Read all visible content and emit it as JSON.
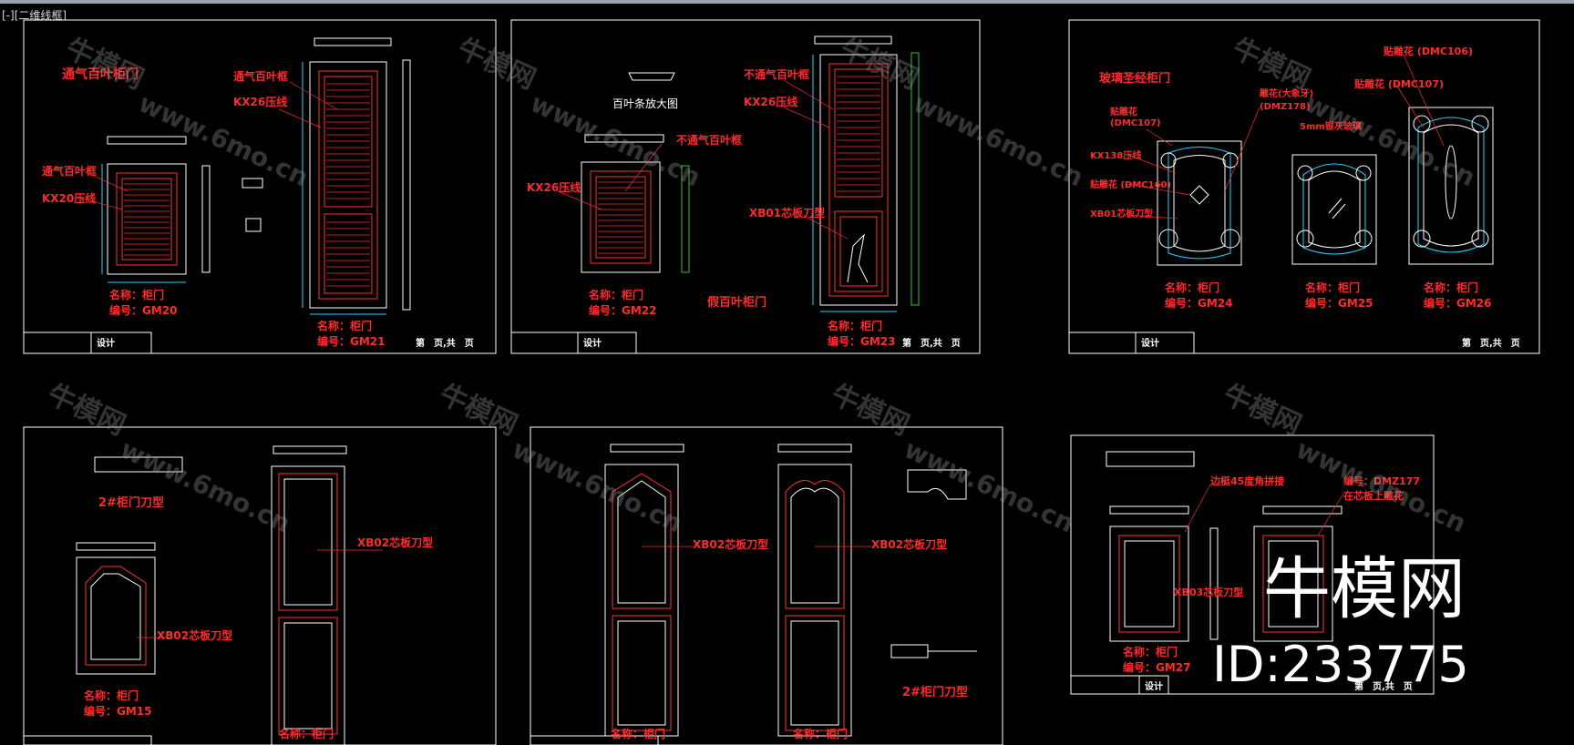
{
  "viewport": {
    "label": "[-][二维线框]"
  },
  "labels": {
    "s1": {
      "title": "通气百叶柜门",
      "louver_frame": "通气百叶框",
      "kx20": "KX20压线",
      "louver_frame_tall": "通气百叶框",
      "kx26": "KX26压线",
      "name_gm20": "名称：柜门",
      "code_gm20": "编号：GM20",
      "name_gm21": "名称：柜门",
      "code_gm21": "编号：GM21"
    },
    "s2": {
      "louver_zoom": "百叶条放大图",
      "non_vent_frame": "不通气百叶框",
      "kx26": "KX26压线",
      "non_vent_frame_tall": "不通气百叶框",
      "kx26_tall": "KX26压线",
      "xb01": "XB01芯板刀型",
      "fake_louver": "假百叶柜门",
      "name_gm22": "名称：柜门",
      "code_gm22": "编号：GM22",
      "name_gm23": "名称：柜门",
      "code_gm23": "编号：GM23"
    },
    "s3": {
      "title": "玻璃圣经柜门",
      "carve_dmc107": "贴雕花",
      "carve_dmc107_code": "(DMC107)",
      "carve_dmz178": "雕花(大象牙)",
      "carve_dmz178_code": "(DMZ178)",
      "carve_dmc106": "贴雕花 (DMC106)",
      "carve_dmc107b": "贴雕花 (DMC107)",
      "kx138": "KX138压线",
      "carve_dmc160": "贴雕花 (DMC160)",
      "xb01": "XB01芯板刀型",
      "glass": "5mm银灰玻璃",
      "name_gm24": "名称：柜门",
      "code_gm24": "编号：GM24",
      "name_gm25": "名称：柜门",
      "code_gm25": "编号：GM25",
      "name_gm26": "名称：柜门",
      "code_gm26": "编号：GM26"
    },
    "s4": {
      "profile": "2#柜门刀型",
      "xb02": "XB02芯板刀型",
      "xb02_tall": "XB02芯板刀型",
      "name_gm15": "名称：柜门",
      "code_gm15": "编号：GM15",
      "name_gm16": "名称：柜门"
    },
    "s5": {
      "xb02_left": "XB02芯板刀型",
      "xb02_right": "XB02芯板刀型",
      "profile": "2#柜门刀型",
      "name_a": "名称：柜门",
      "name_b": "名称：柜门"
    },
    "s6": {
      "miter": "边梃45度角拼接",
      "code_dmz": "编号：DMZ177",
      "on_panel": "在芯板上雕花",
      "xb03": "XB03芯板刀型",
      "name_gm27": "名称：柜门",
      "code_gm27": "编号：GM27"
    }
  },
  "title_block": {
    "design": "设计",
    "page": "第　页,共　页"
  },
  "watermark": {
    "brand": "牛模网",
    "url": "www.6mo.cn",
    "id": "ID:233775"
  },
  "colors": {
    "line_white": "#ffffff",
    "annotation_red": "#ff2b2b",
    "door_red": "#ff3030",
    "cyan": "#29d3ff",
    "green": "#28c840"
  }
}
